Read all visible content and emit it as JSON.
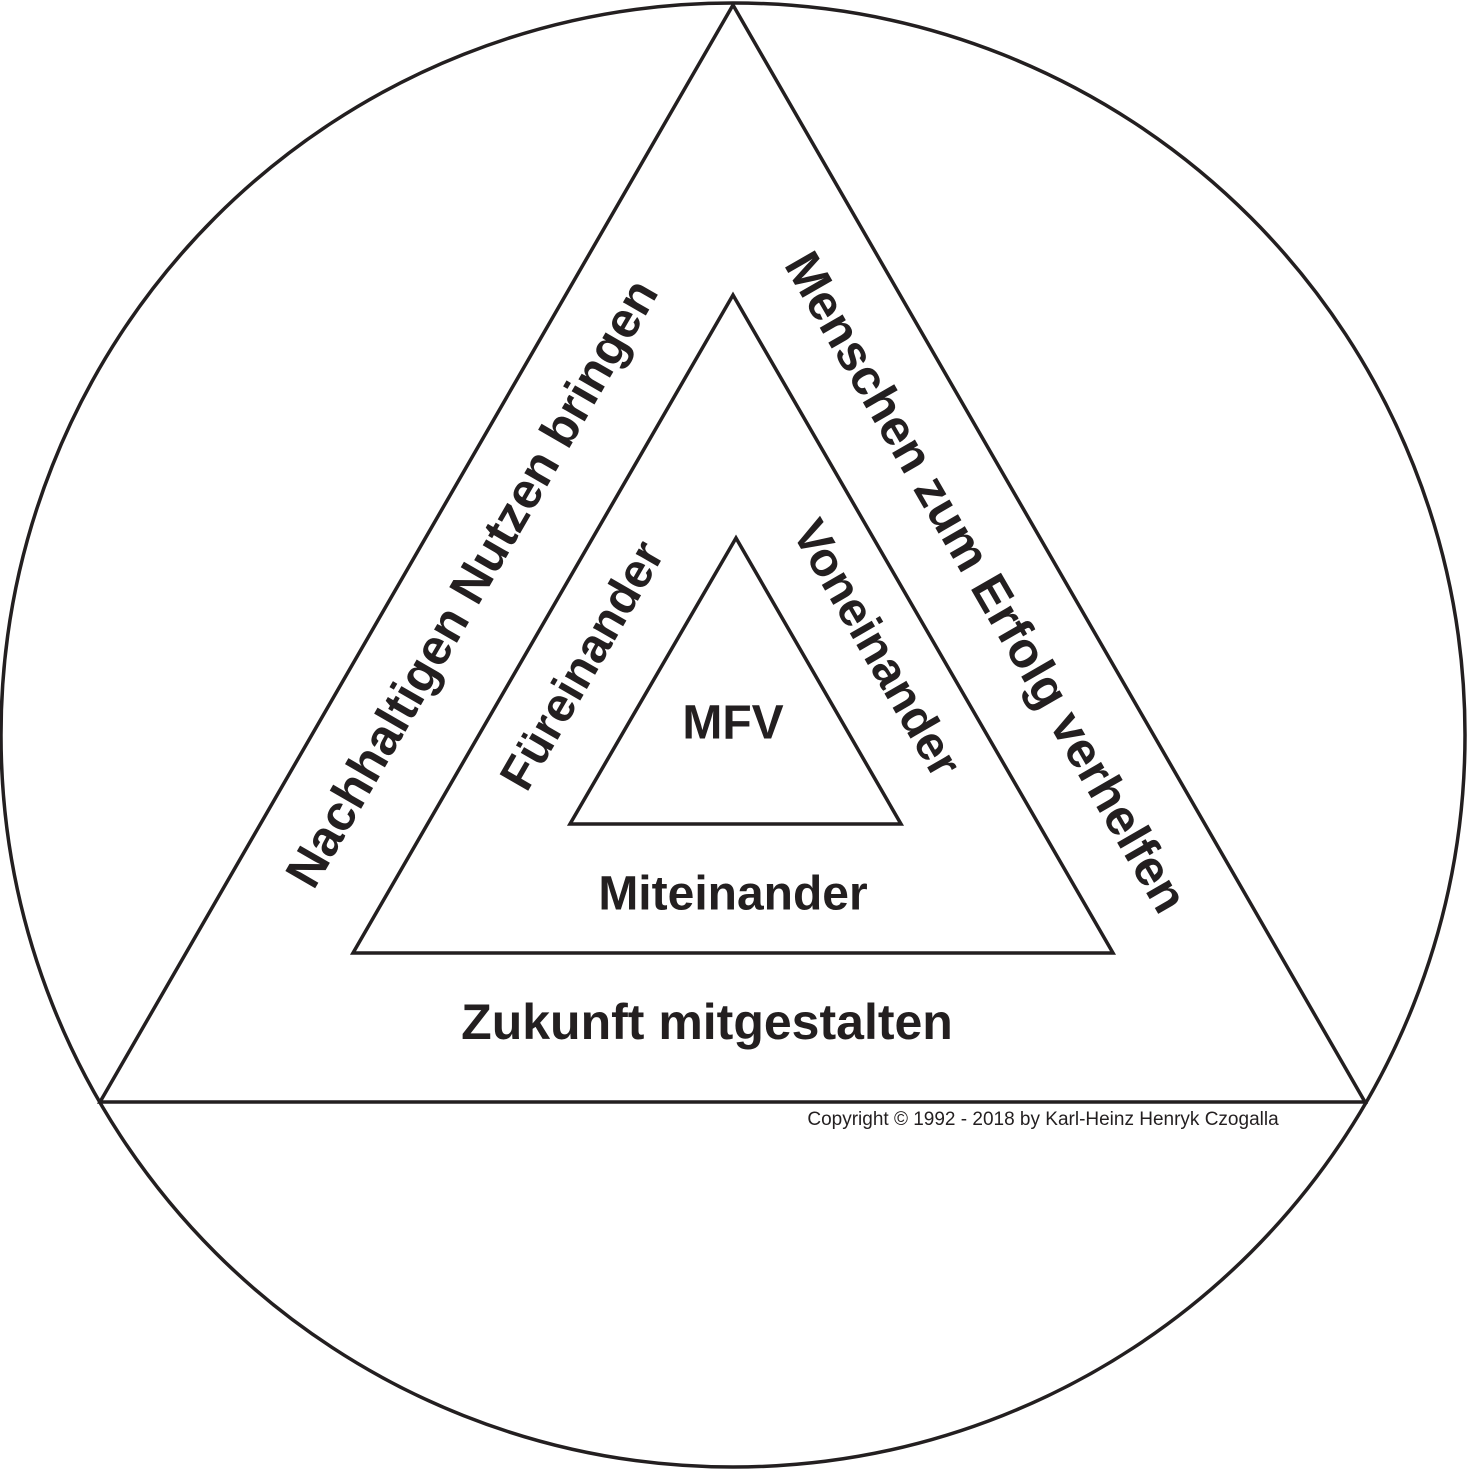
{
  "diagram": {
    "center_label": "MFV",
    "inner_ring": {
      "left": "Füreinander",
      "right": "Voneinander",
      "bottom": "Miteinander"
    },
    "outer_ring": {
      "left": "Nachhaltigen Nutzen bringen",
      "right": "Menschen zum Erfolg verhelfen",
      "bottom": "Zukunft mitgestalten"
    },
    "copyright": "Copyright © 1992 - 2018 by Karl-Heinz Henryk Czogalla"
  },
  "colors": {
    "line": "#231f20",
    "text": "#231f20",
    "background": "#ffffff"
  }
}
